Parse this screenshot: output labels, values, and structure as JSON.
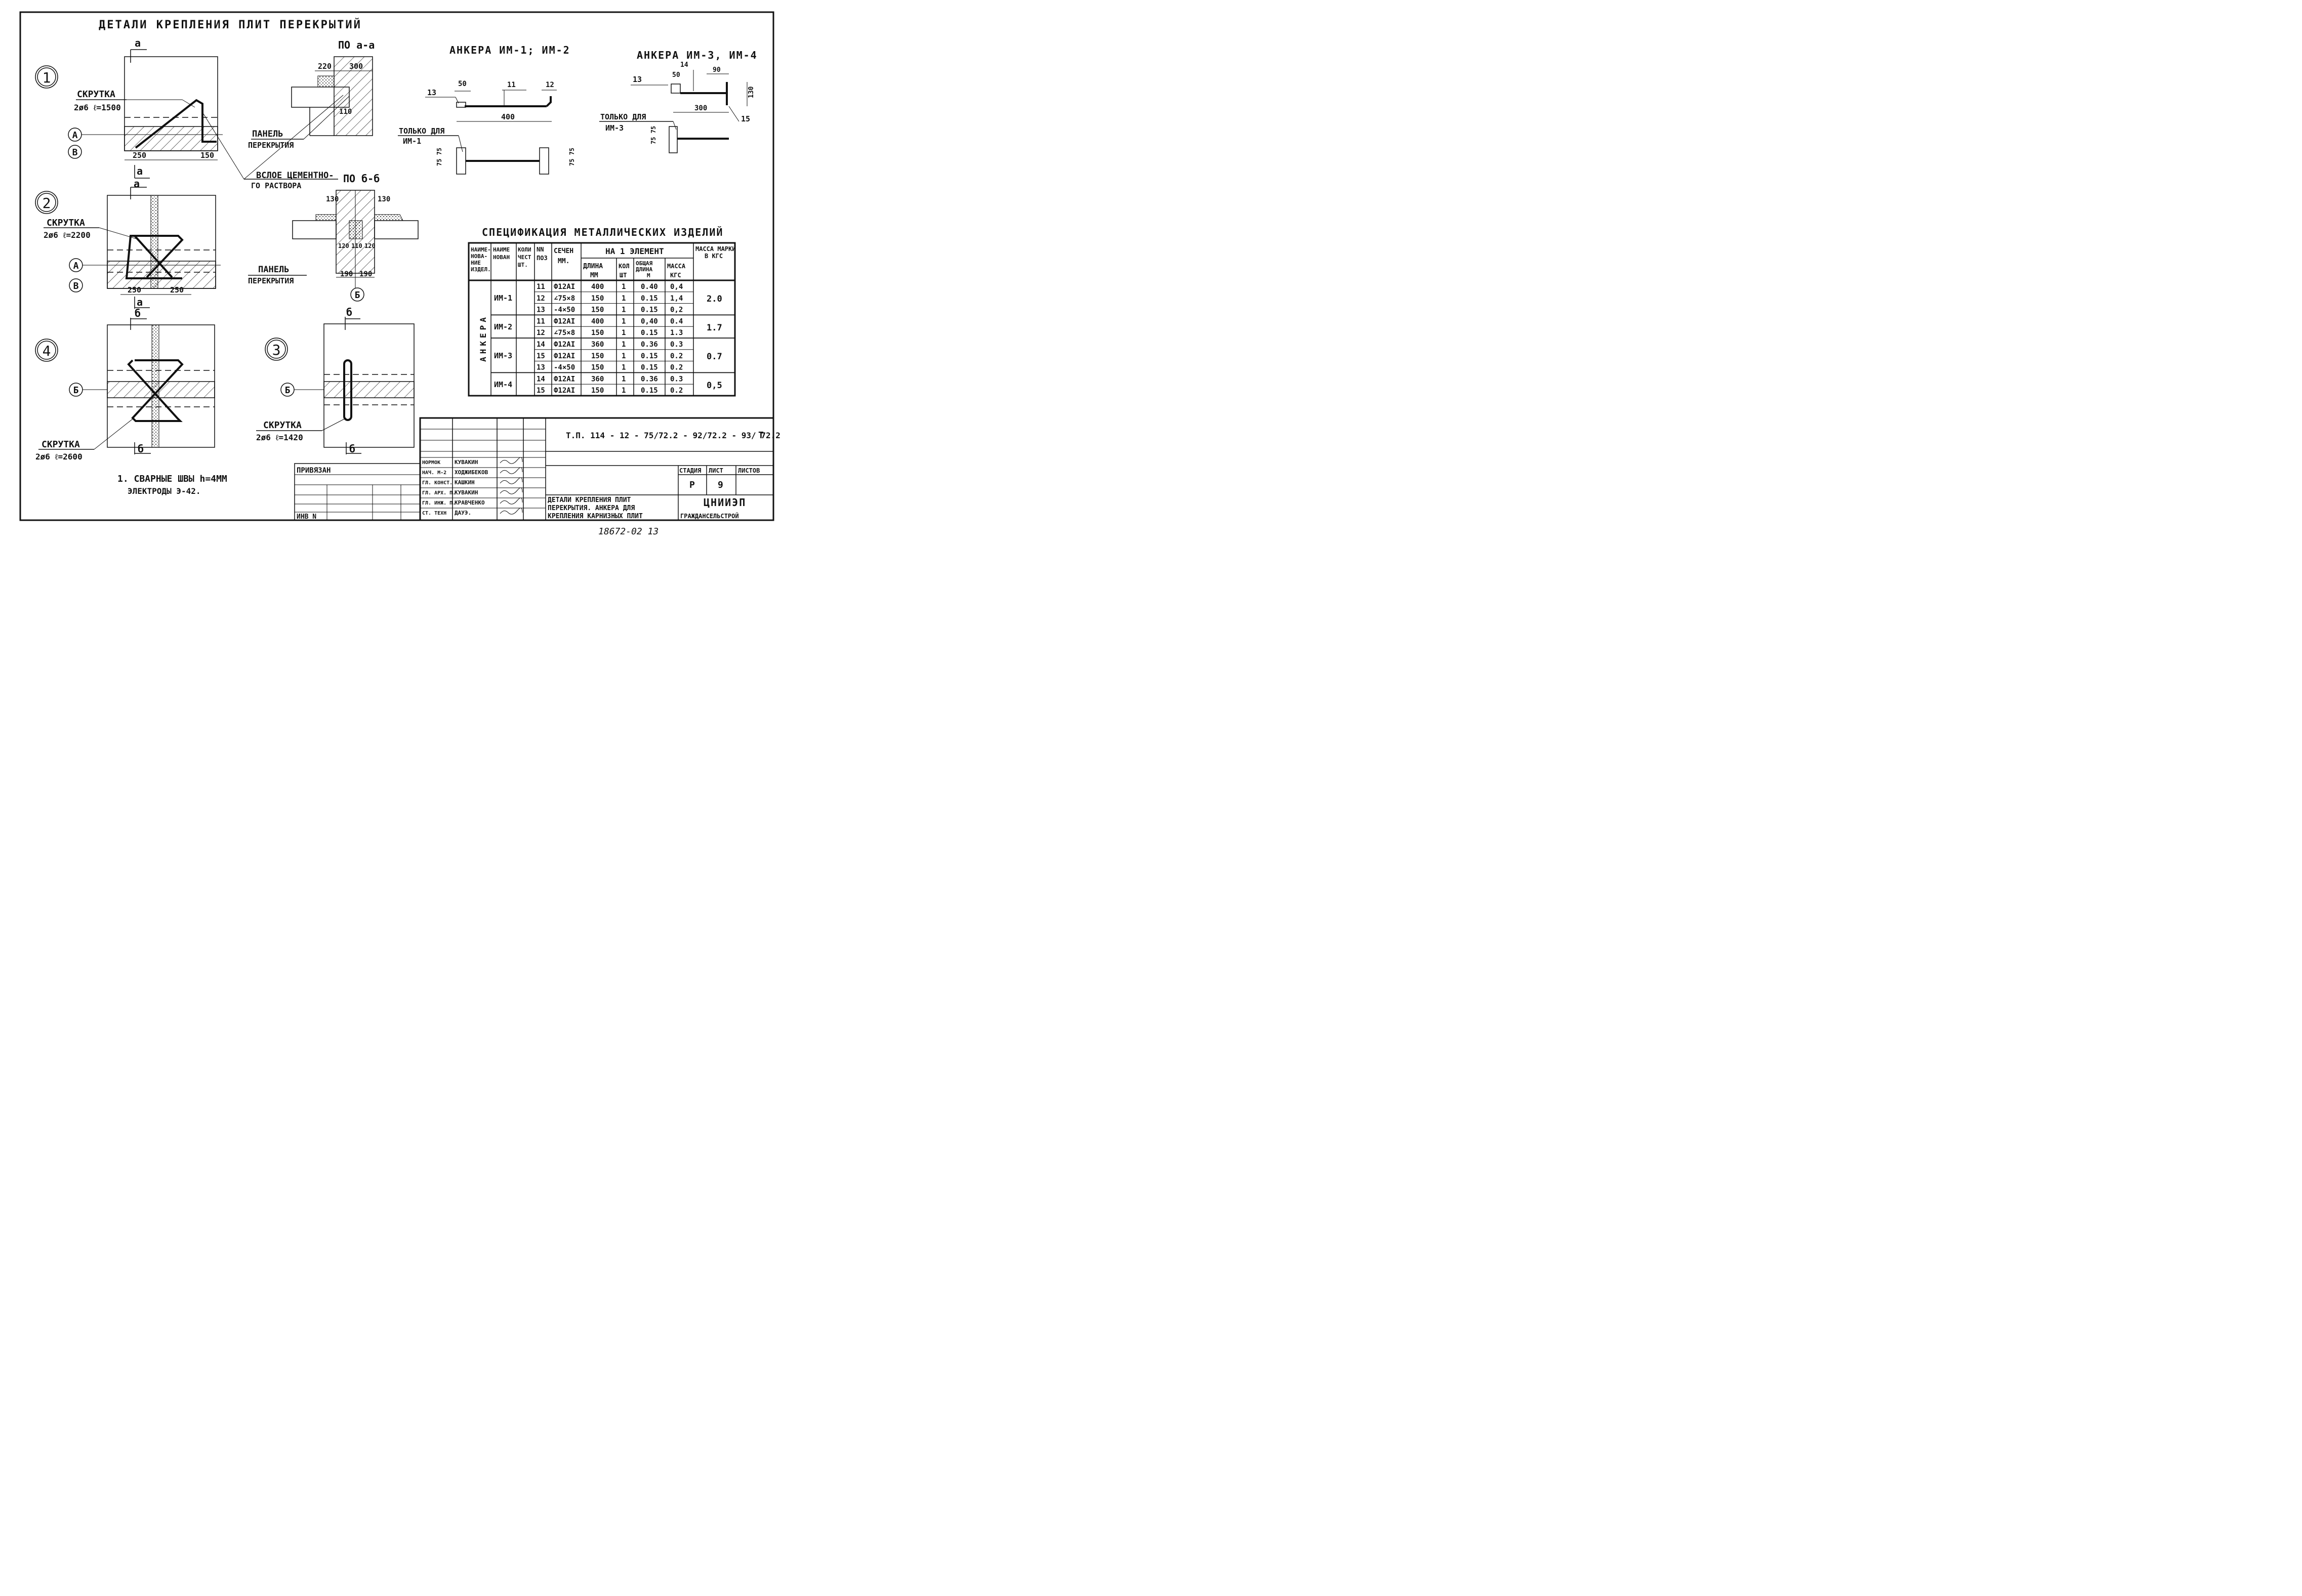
{
  "title": "ДЕТАЛИ КРЕПЛЕНИЯ ПЛИТ ПЕРЕКРЫТИЙ",
  "details": {
    "d1": {
      "num": "1",
      "skrutka_label": "СКРУТКА",
      "skrutka_spec": "2ø6 ℓ=1500",
      "axis_a": "A",
      "axis_b": "B",
      "dim1": "250",
      "dim2": "150",
      "section": "a"
    },
    "d2": {
      "num": "2",
      "skrutka_label": "СКРУТКА",
      "skrutka_spec": "2ø6 ℓ=2200",
      "axis_a": "A",
      "axis_b": "B",
      "dim1": "250",
      "dim2": "250",
      "section": "a"
    },
    "d4": {
      "num": "4",
      "skrutka_label": "СКРУТКА",
      "skrutka_spec": "2ø6 ℓ=2600",
      "axis": "Б",
      "section": "б"
    },
    "d3": {
      "num": "3",
      "skrutka_label": "СКРУТКА",
      "skrutka_spec": "2ø6 ℓ=1420",
      "axis": "Б",
      "section": "б"
    }
  },
  "section_aa": {
    "title": "ПО a-a",
    "d1": "220",
    "d2": "300",
    "d3": "110",
    "panel1": "ПАНЕЛЬ",
    "panel2": "ПЕРЕКРЫТИЯ"
  },
  "mortar": {
    "line1": "ВСЛОЕ ЦЕМЕНТНО-",
    "line2": "ГО РАСТВОРА"
  },
  "section_bb": {
    "title": "ПО б-б",
    "d1": "130",
    "d2": "130",
    "d3": "120",
    "d4": "110",
    "d5": "120",
    "d6": "190",
    "d7": "190",
    "panel1": "ПАНЕЛЬ",
    "panel2": "ПЕРЕКРЫТИЯ",
    "axis": "Б"
  },
  "anchors12": {
    "title": "АНКЕРА ИМ-1; ИМ-2",
    "p13": "13",
    "d50": "50",
    "p11": "11",
    "p12": "12",
    "d400": "400",
    "only": "ТОЛЬКО ДЛЯ",
    "only2": "ИМ-1",
    "d75a": "75 75",
    "d75b": "75 75"
  },
  "anchors34": {
    "title": "АНКЕРА ИМ-3, ИМ-4",
    "p13": "13",
    "d50": "50",
    "p14": "14",
    "d90": "90",
    "d130": "130",
    "d300": "300",
    "p15": "15",
    "only": "ТОЛЬКО ДЛЯ",
    "only2": "ИМ-3",
    "d75": "75 75"
  },
  "spec": {
    "title": "СПЕЦИФИКАЦИЯ МЕТАЛЛИЧЕСКИХ ИЗДЕЛИЙ",
    "h_name1": "НАИМЕ-",
    "h_name2": "НОВА-",
    "h_name3": "НИЕ",
    "h_name4": "ИЗДЕЛ.",
    "h_mark1": "НАИМЕ",
    "h_mark2": "НОВАН",
    "h_qty1": "КОЛИ",
    "h_qty2": "ЧЕСТ",
    "h_qty3": "ШТ.",
    "h_pos1": "NN",
    "h_pos2": "ПОЗ",
    "h_sec1": "СЕЧЕН",
    "h_sec2": "ММ.",
    "h_per": "НА 1 ЭЛЕМЕНТ",
    "h_len1": "ДЛИНА",
    "h_len2": "ММ",
    "h_cnt1": "КОЛ",
    "h_cnt2": "ШТ",
    "h_tot1": "ОБЩАЯ",
    "h_tot2": "ДЛИНА",
    "h_tot3": "М",
    "h_mass1": "МАССА",
    "h_mass2": "КГС",
    "h_mm1": "МАССА МАРКИ",
    "h_mm2": "В КГС",
    "group": "АНКЕРА",
    "marks": [
      {
        "name": "ИМ-1",
        "mass": "2.0",
        "rows": [
          {
            "pos": "11",
            "sec": "Ф12АI",
            "len": "400",
            "cnt": "1",
            "tot": "0.40",
            "m": "0,4"
          },
          {
            "pos": "12",
            "sec": "∠75×8",
            "len": "150",
            "cnt": "1",
            "tot": "0.15",
            "m": "1,4"
          },
          {
            "pos": "13",
            "sec": "-4×50",
            "len": "150",
            "cnt": "1",
            "tot": "0.15",
            "m": "0,2"
          }
        ]
      },
      {
        "name": "ИМ-2",
        "mass": "1.7",
        "rows": [
          {
            "pos": "11",
            "sec": "Ф12АI",
            "len": "400",
            "cnt": "1",
            "tot": "0,40",
            "m": "0.4"
          },
          {
            "pos": "12",
            "sec": "∠75×8",
            "len": "150",
            "cnt": "1",
            "tot": "0.15",
            "m": "1.3"
          }
        ]
      },
      {
        "name": "ИМ-3",
        "mass": "0.7",
        "rows": [
          {
            "pos": "14",
            "sec": "Ф12АI",
            "len": "360",
            "cnt": "1",
            "tot": "0.36",
            "m": "0.3"
          },
          {
            "pos": "15",
            "sec": "Ф12АI",
            "len": "150",
            "cnt": "1",
            "tot": "0.15",
            "m": "0.2"
          },
          {
            "pos": "13",
            "sec": "-4×50",
            "len": "150",
            "cnt": "1",
            "tot": "0.15",
            "m": "0.2"
          }
        ]
      },
      {
        "name": "ИМ-4",
        "mass": "0,5",
        "rows": [
          {
            "pos": "14",
            "sec": "Ф12АI",
            "len": "360",
            "cnt": "1",
            "tot": "0.36",
            "m": "0.3"
          },
          {
            "pos": "15",
            "sec": "Ф12АI",
            "len": "150",
            "cnt": "1",
            "tot": "0.15",
            "m": "0.2"
          }
        ]
      }
    ]
  },
  "note": {
    "line1": "1. СВАРНЫЕ ШВЫ h=4ММ",
    "line2": "ЭЛЕКТРОДЫ Э-42."
  },
  "stamp": {
    "code": "Т.П. 114 - 12 - 75/72.2 - 92/72.2 - 93/ 72.2",
    "code_suffix": "Т",
    "privyazan": "ПРИВЯЗАН",
    "inv": "ИНВ N",
    "roles": [
      "НОРМОК",
      "НАЧ. М-2",
      "ГЛ. КОНСТ.",
      "ГЛ. АРХ. П.",
      "ГЛ. ИНЖ. П.",
      "СТ. ТЕХН"
    ],
    "names": [
      "КУВАКИН",
      "ХОДЖИБЕКОВ",
      "КАШКИН",
      "КУВАКИН",
      "КРАВЧЕНКО",
      "ДАУЭ."
    ],
    "stage_h": "СТАДИЯ",
    "sheet_h": "ЛИСТ",
    "sheets_h": "ЛИСТОВ",
    "stage": "Р",
    "sheet": "9",
    "desc1": "ДЕТАЛИ КРЕПЛЕНИЯ ПЛИТ",
    "desc2": "ПЕРЕКРЫТИЯ. АНКЕРА ДЛЯ",
    "desc3": "КРЕПЛЕНИЯ КАРНИЗНЫХ ПЛИТ",
    "org1": "ЦНИИЭП",
    "org2": "ГРАЖДАНСЕЛЬСТРОЙ"
  },
  "footer": "18672-02   13"
}
